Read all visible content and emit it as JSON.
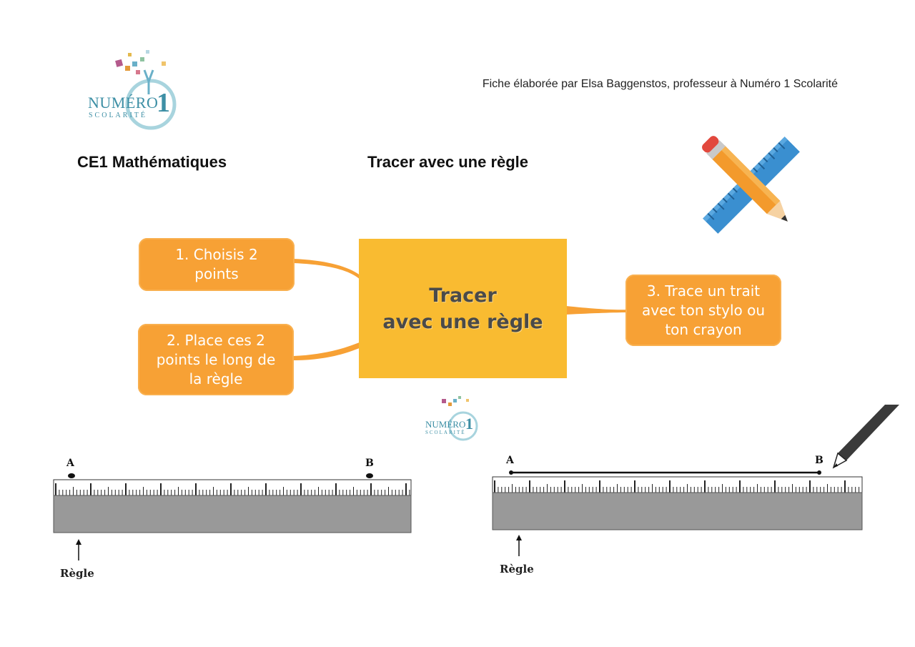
{
  "header": {
    "author_credit": "Fiche élaborée par Elsa Baggenstos, professeur à Numéro 1 Scolarité",
    "subject": "CE1 Mathématiques",
    "title": "Tracer avec une règle"
  },
  "logo": {
    "brand_main": "NUMÉRO",
    "brand_number": "1",
    "brand_sub": "SCOLARITÉ"
  },
  "mindmap": {
    "center": "Tracer\navec une règle",
    "step1": "1. Choisis 2\npoints",
    "step2": "2. Place ces 2\npoints le long de\nla règle",
    "step3": "3. Trace un trait\navec ton stylo ou\nton crayon"
  },
  "diagram_left": {
    "point_a": "A",
    "point_b": "B",
    "caption": "Règle"
  },
  "diagram_right": {
    "point_a": "A",
    "point_b": "B",
    "caption": "Règle"
  },
  "colors": {
    "node_orange": "#f7a135",
    "center_yellow": "#f9bb31",
    "ruler_grey": "#999999",
    "logo_teal": "#3d8fa5"
  },
  "icons": [
    "pencil-ruler-icon",
    "pencil-icon",
    "up-arrow-icon"
  ]
}
